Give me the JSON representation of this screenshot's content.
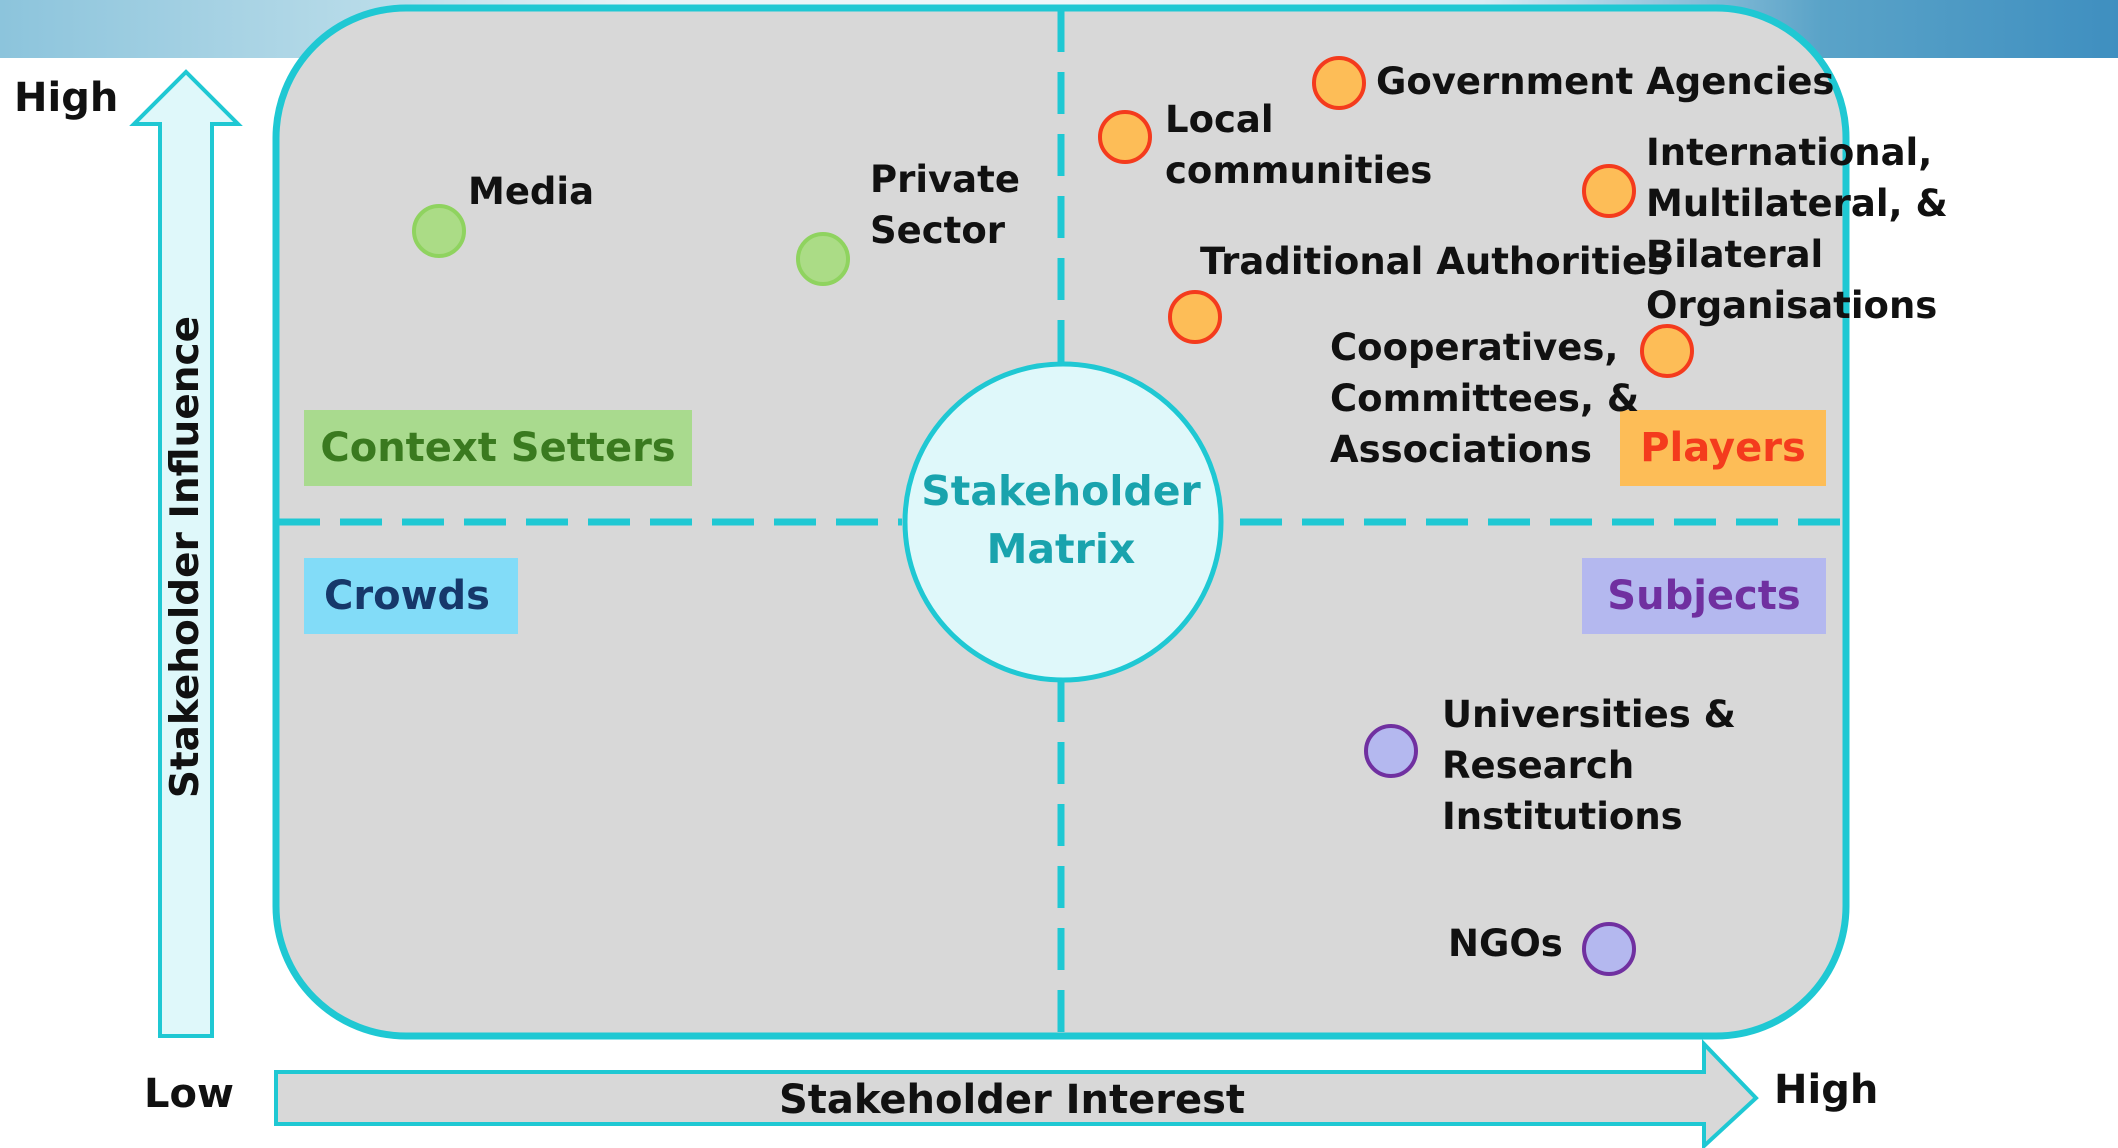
{
  "axes": {
    "y_high_label": "High",
    "y_title": "Stakeholder Influence",
    "x_low_label": "Low",
    "x_title": "Stakeholder Interest",
    "x_high_label": "High"
  },
  "center": {
    "title": "Stakeholder\nMatrix"
  },
  "quadrants": {
    "context_setters": {
      "label": "Context Setters",
      "bg": "#a9da8e",
      "color": "#3a7a1f"
    },
    "players": {
      "label": "Players",
      "bg": "#fdbd57",
      "color": "#f43b1d"
    },
    "crowds": {
      "label": "Crowds",
      "bg": "#82dcf8",
      "color": "#16386a"
    },
    "subjects": {
      "label": "Subjects",
      "bg": "#b4b8ef",
      "color": "#7030a0"
    }
  },
  "stakeholders": {
    "media": {
      "label": "Media",
      "group": "green"
    },
    "private_sector": {
      "label": "Private\nSector",
      "group": "green"
    },
    "local_communities": {
      "label": "Local\ncommunities",
      "group": "orange"
    },
    "government_agencies": {
      "label": "Government Agencies",
      "group": "orange"
    },
    "international_orgs": {
      "label": "International,\nMultilateral, & Bilateral\nOrganisations",
      "group": "orange"
    },
    "traditional_authorities": {
      "label": "Traditional Authorities",
      "group": "orange"
    },
    "cooperatives": {
      "label": "Cooperatives,\nCommittees, &\nAssociations",
      "group": "orange"
    },
    "universities": {
      "label": "Universities &\nResearch\nInstitutions",
      "group": "purple"
    },
    "ngos": {
      "label": "NGOs",
      "group": "purple"
    }
  },
  "colors": {
    "frame": "#1fc8d3",
    "panel": "#d8d8d8",
    "center_fill": "#dff8fa",
    "center_text": "#19a3ad"
  }
}
